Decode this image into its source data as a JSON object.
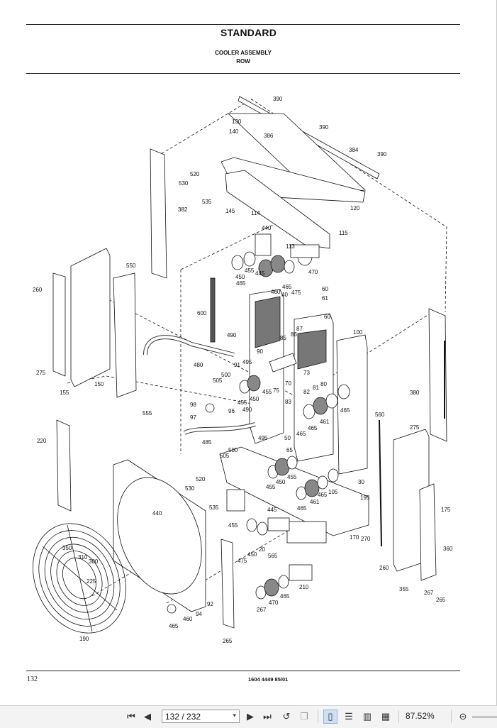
{
  "header": {
    "title": "STANDARD",
    "subtitle_line1": "COOLER ASSEMBLY",
    "subtitle_line2": "ROW"
  },
  "footer": {
    "page_number": "132",
    "document_number": "1604 4449 85/01"
  },
  "callouts": [
    "390",
    "130",
    "386",
    "140",
    "390",
    "384",
    "390",
    "520",
    "530",
    "535",
    "382",
    "145",
    "114",
    "120",
    "115",
    "440",
    "113",
    "455",
    "450",
    "465",
    "445",
    "460",
    "465",
    "470",
    "475",
    "60",
    "61",
    "600",
    "40",
    "60",
    "100",
    "490",
    "85",
    "86",
    "87",
    "90",
    "480",
    "91",
    "500",
    "495",
    "505",
    "70",
    "75",
    "73",
    "81",
    "82",
    "80",
    "455",
    "450",
    "455",
    "83",
    "465",
    "98",
    "97",
    "96",
    "490",
    "465",
    "461",
    "465",
    "485",
    "495",
    "50",
    "505",
    "500",
    "65",
    "380",
    "560",
    "275",
    "260",
    "155",
    "150",
    "550",
    "555",
    "220",
    "520",
    "530",
    "535",
    "455",
    "450",
    "455",
    "465",
    "461",
    "465",
    "105",
    "30",
    "195",
    "440",
    "445",
    "455",
    "450",
    "475",
    "20",
    "565",
    "170",
    "270",
    "275",
    "260",
    "175",
    "360",
    "355",
    "350",
    "310",
    "300",
    "225",
    "190",
    "92",
    "94",
    "460",
    "465",
    "470",
    "465",
    "210",
    "267",
    "265"
  ],
  "viewer": {
    "page_field": "132 / 232",
    "zoom": "87.52%",
    "icons": [
      "first-page-icon",
      "prev-page-icon",
      "next-page-icon",
      "last-page-icon",
      "rotate-icon",
      "copy-icon",
      "single-page-icon",
      "continuous-icon",
      "two-page-icon",
      "two-page-continuous-icon",
      "zoom-out-icon"
    ]
  }
}
